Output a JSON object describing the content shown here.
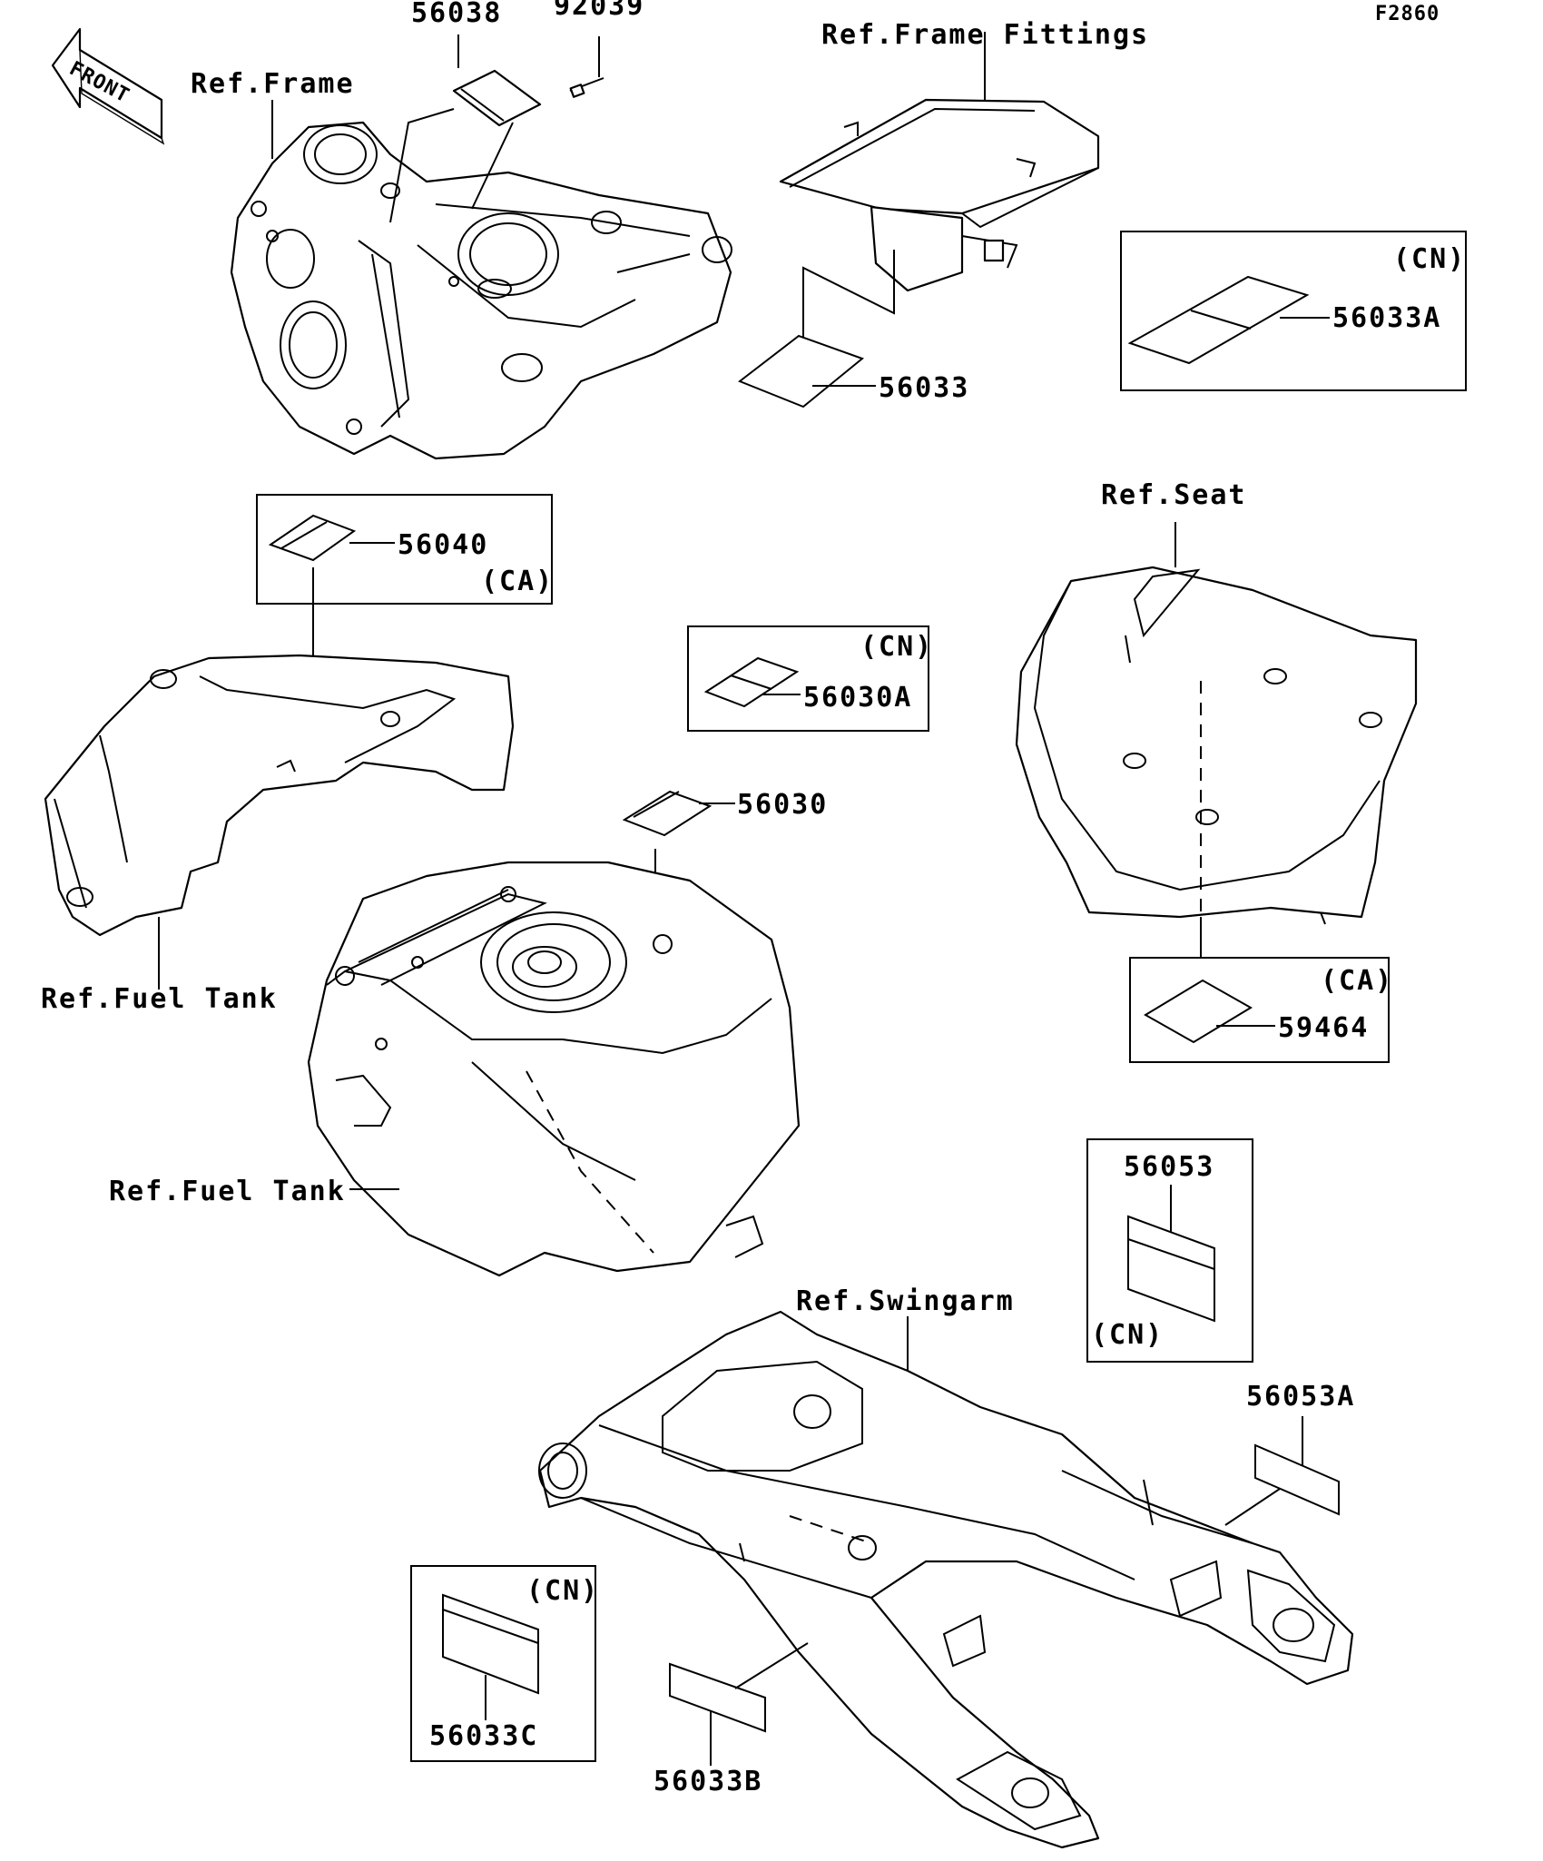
{
  "figure_code": "F2860",
  "front_label": "FRONT",
  "refs": {
    "frame": "Ref.Frame",
    "frame_fittings": "Ref.Frame Fittings",
    "seat": "Ref.Seat",
    "fuel_tank_1": "Ref.Fuel Tank",
    "fuel_tank_2": "Ref.Fuel Tank",
    "swingarm": "Ref.Swingarm"
  },
  "parts": {
    "p56038": "56038",
    "p92039": "92039",
    "p56033": "56033",
    "p56033A": "56033A",
    "p56040": "56040",
    "p56030A": "56030A",
    "p56030": "56030",
    "p59464": "59464",
    "p56053": "56053",
    "p56053A": "56053A",
    "p56033C": "56033C",
    "p56033B": "56033B"
  },
  "region_tags": {
    "cn_56033A": "(CN)",
    "ca_56040": "(CA)",
    "cn_56030A": "(CN)",
    "ca_59464": "(CA)",
    "cn_56053": "(CN)",
    "cn_56033C": "(CN)"
  }
}
